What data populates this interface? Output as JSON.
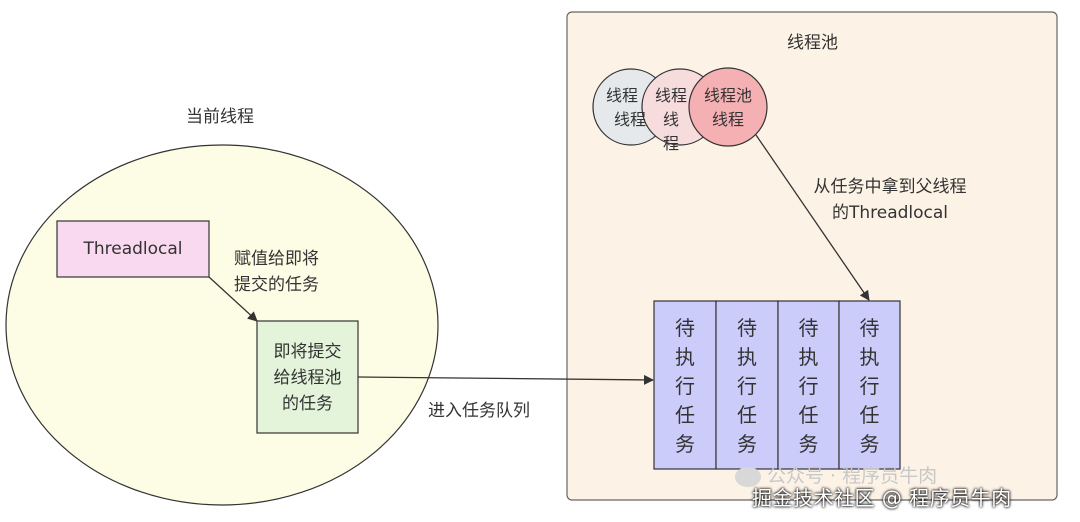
{
  "current_thread": {
    "title": "当前线程",
    "threadlocal_label": "Threadlocal",
    "assign_note_line1": "赋值给即将",
    "assign_note_line2": "提交的任务",
    "task_line1": "即将提交",
    "task_line2": "给线程池",
    "task_line3": "的任务"
  },
  "enqueue_label": "进入任务队列",
  "thread_pool": {
    "title": "线程池",
    "worker_back_line1": "线程",
    "worker_back_line2": "线程",
    "worker_mid_line1": "线程",
    "worker_mid_line2": "线程",
    "worker_front_line1": "线程池",
    "worker_front_line2": "线程",
    "fetch_note_line1": "从任务中拿到父线程",
    "fetch_note_line2": "的Threadlocal",
    "queue_cells": [
      [
        "待",
        "执",
        "行",
        "任",
        "务"
      ],
      [
        "待",
        "执",
        "行",
        "任",
        "务"
      ],
      [
        "待",
        "执",
        "行",
        "任",
        "务"
      ],
      [
        "待",
        "执",
        "行",
        "任",
        "务"
      ]
    ]
  },
  "watermark": {
    "faint": "公众号 · 程序员牛肉",
    "main": "掘金技术社区 @ 程序员牛肉"
  },
  "colors": {
    "ellipse_fill": "#fdfde6",
    "pool_fill": "#fdf2e6",
    "threadlocal_fill": "#f8d9ef",
    "task_fill": "#e4f4da",
    "queue_fill": "#ccccfb",
    "worker_back": "#e6e9ec",
    "worker_mid": "#f6dcdc",
    "worker_front": "#f5b0b3"
  }
}
